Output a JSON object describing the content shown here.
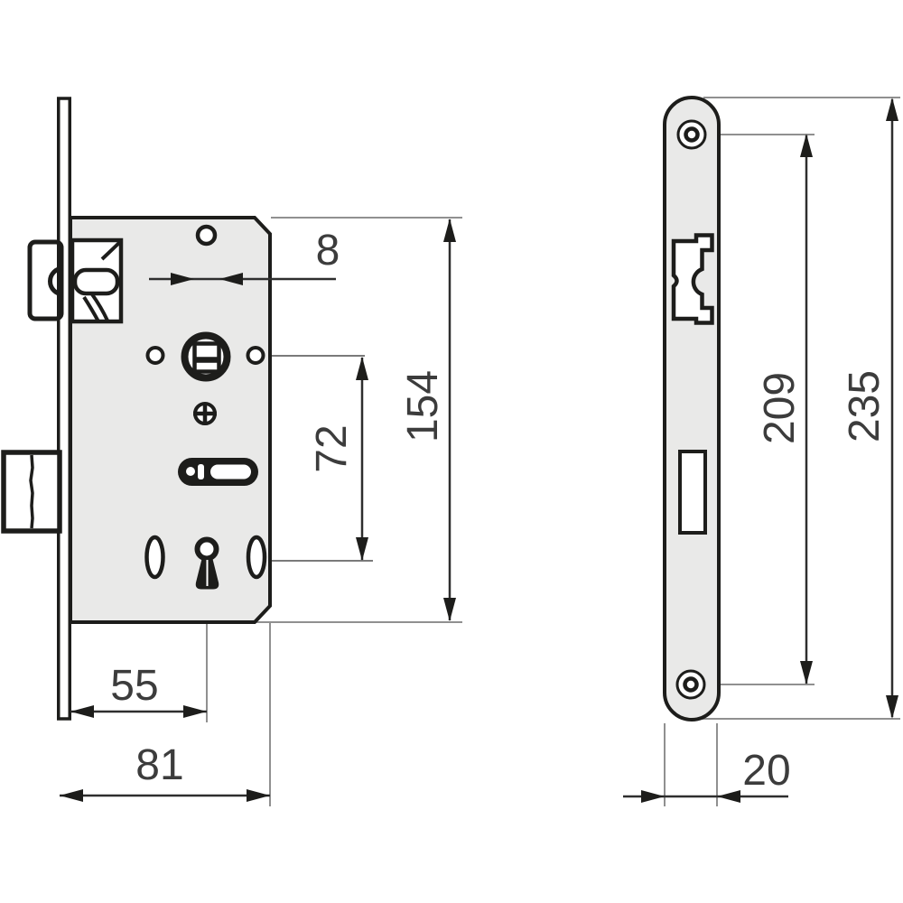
{
  "colors": {
    "case_fill": "#e9e9e8",
    "outline": "#1d1d1b",
    "dimension_line": "#2e2e2e",
    "extension_line": "#909090",
    "label_text": "#3c3c3c"
  },
  "side_view": {
    "dims": {
      "spindle_square_width": "8",
      "case_height": "154",
      "spindle_to_keyhole": "72",
      "backset": "55",
      "case_depth": "81"
    }
  },
  "front_view": {
    "dims": {
      "screw_hole_spacing": "209",
      "faceplate_length": "235",
      "faceplate_width": "20"
    }
  }
}
